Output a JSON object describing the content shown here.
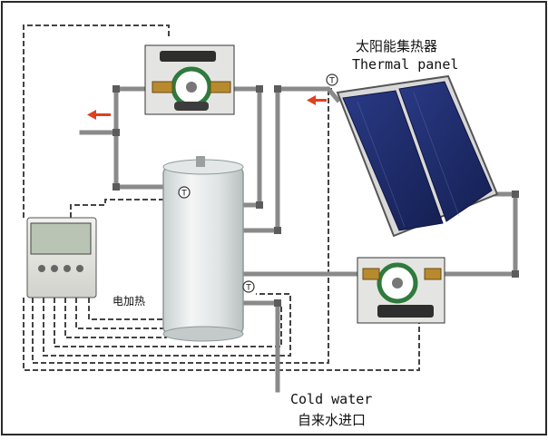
{
  "labels": {
    "thermal_panel_zh": "太阳能集热器",
    "thermal_panel_en": "Thermal panel",
    "electric_heating": "电加热",
    "cold_water_en": "Cold water",
    "cold_water_zh": "自来水进口"
  },
  "sensor_symbol": "T",
  "colors": {
    "pipe": "#8a8a8a",
    "control_line": "#444444",
    "solar_panel": "#1f2d6b",
    "tank": "#e9ecec",
    "pump": "#5a5a5a",
    "flow_arrow": "#e04020",
    "border": "#2a2a2a"
  }
}
